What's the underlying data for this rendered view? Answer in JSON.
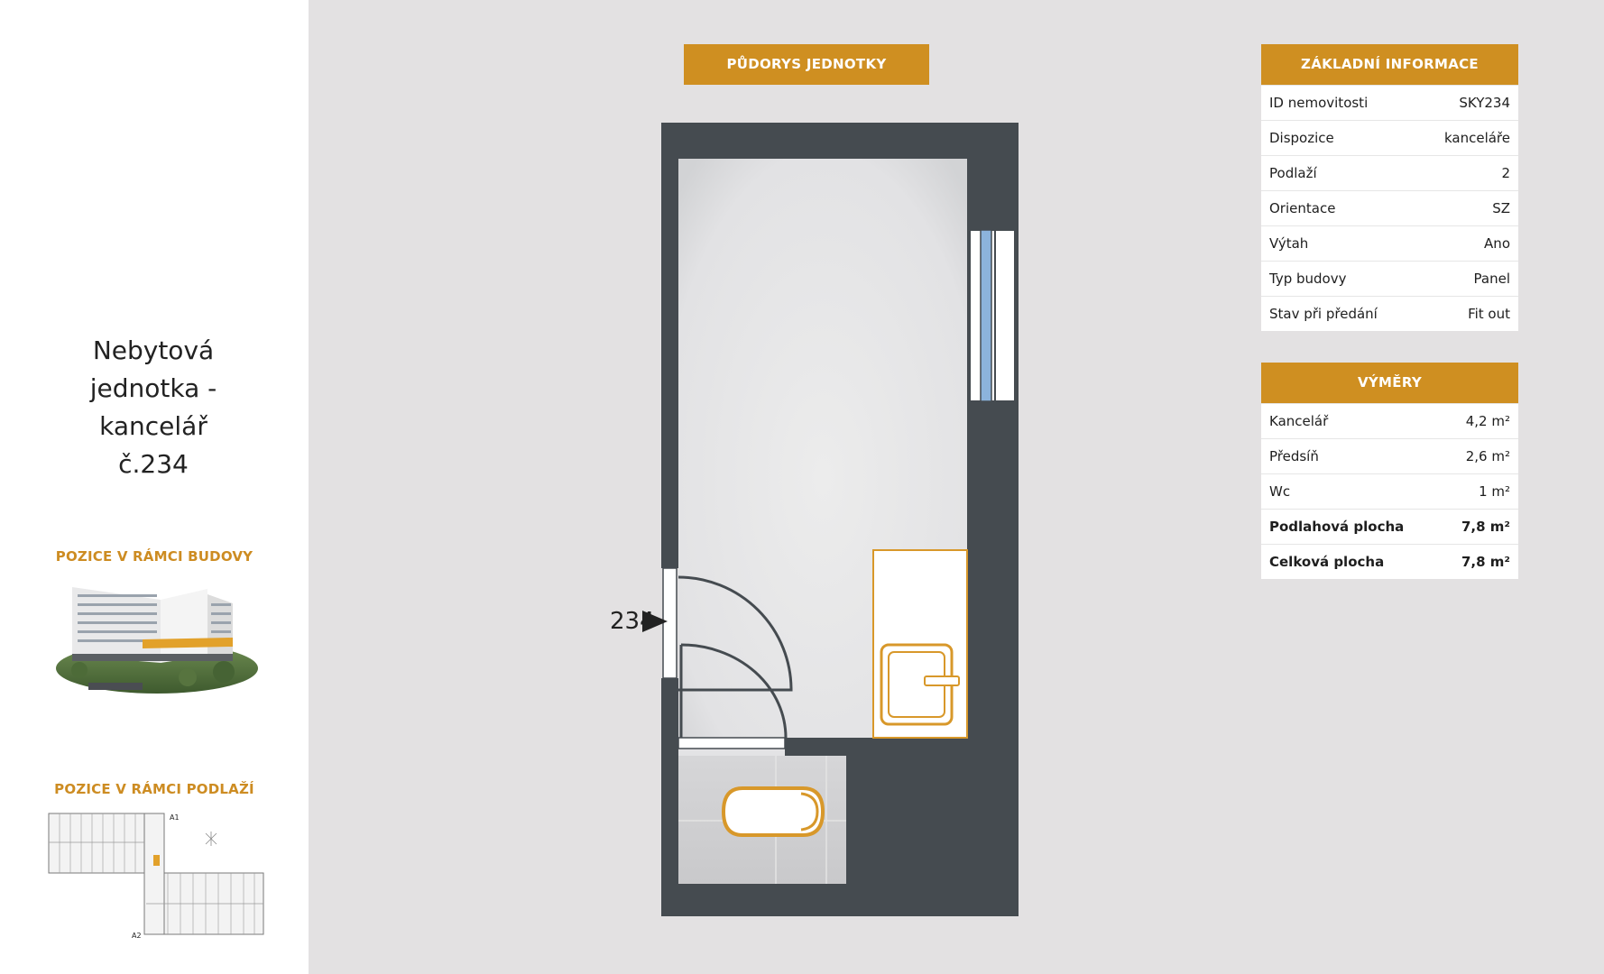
{
  "sidebar": {
    "title_lines": [
      "Nebytová",
      "jednotka -",
      "kancelář",
      "č.234"
    ],
    "building_label": "POZICE V RÁMCI BUDOVY",
    "floor_label": "POZICE V RÁMCI PODLAŽÍ",
    "floor_wing_a1": "A1",
    "floor_wing_a2": "A2"
  },
  "plan": {
    "header": "PŮDORYS JEDNOTKY",
    "unit_number": "234"
  },
  "basic_info": {
    "header": "ZÁKLADNÍ INFORMACE",
    "rows": [
      {
        "label": "ID nemovitosti",
        "value": "SKY234"
      },
      {
        "label": "Dispozice",
        "value": "kanceláře"
      },
      {
        "label": "Podlaží",
        "value": "2"
      },
      {
        "label": "Orientace",
        "value": "SZ"
      },
      {
        "label": "Výtah",
        "value": "Ano"
      },
      {
        "label": "Typ budovy",
        "value": "Panel"
      },
      {
        "label": "Stav při předání",
        "value": "Fit out"
      }
    ]
  },
  "areas": {
    "header": "VÝMĚRY",
    "rows": [
      {
        "label": "Kancelář",
        "value": "4,2 m²"
      },
      {
        "label": "Předsíň",
        "value": "2,6 m²"
      },
      {
        "label": "Wc",
        "value": "1 m²"
      },
      {
        "label": "Podlahová plocha",
        "value": "7,8 m²"
      },
      {
        "label": "Celková plocha",
        "value": "7,8 m²"
      }
    ]
  },
  "colors": {
    "accent": "#cf8f21",
    "wall": "#454b50",
    "window_glass": "#8cb3dc"
  }
}
